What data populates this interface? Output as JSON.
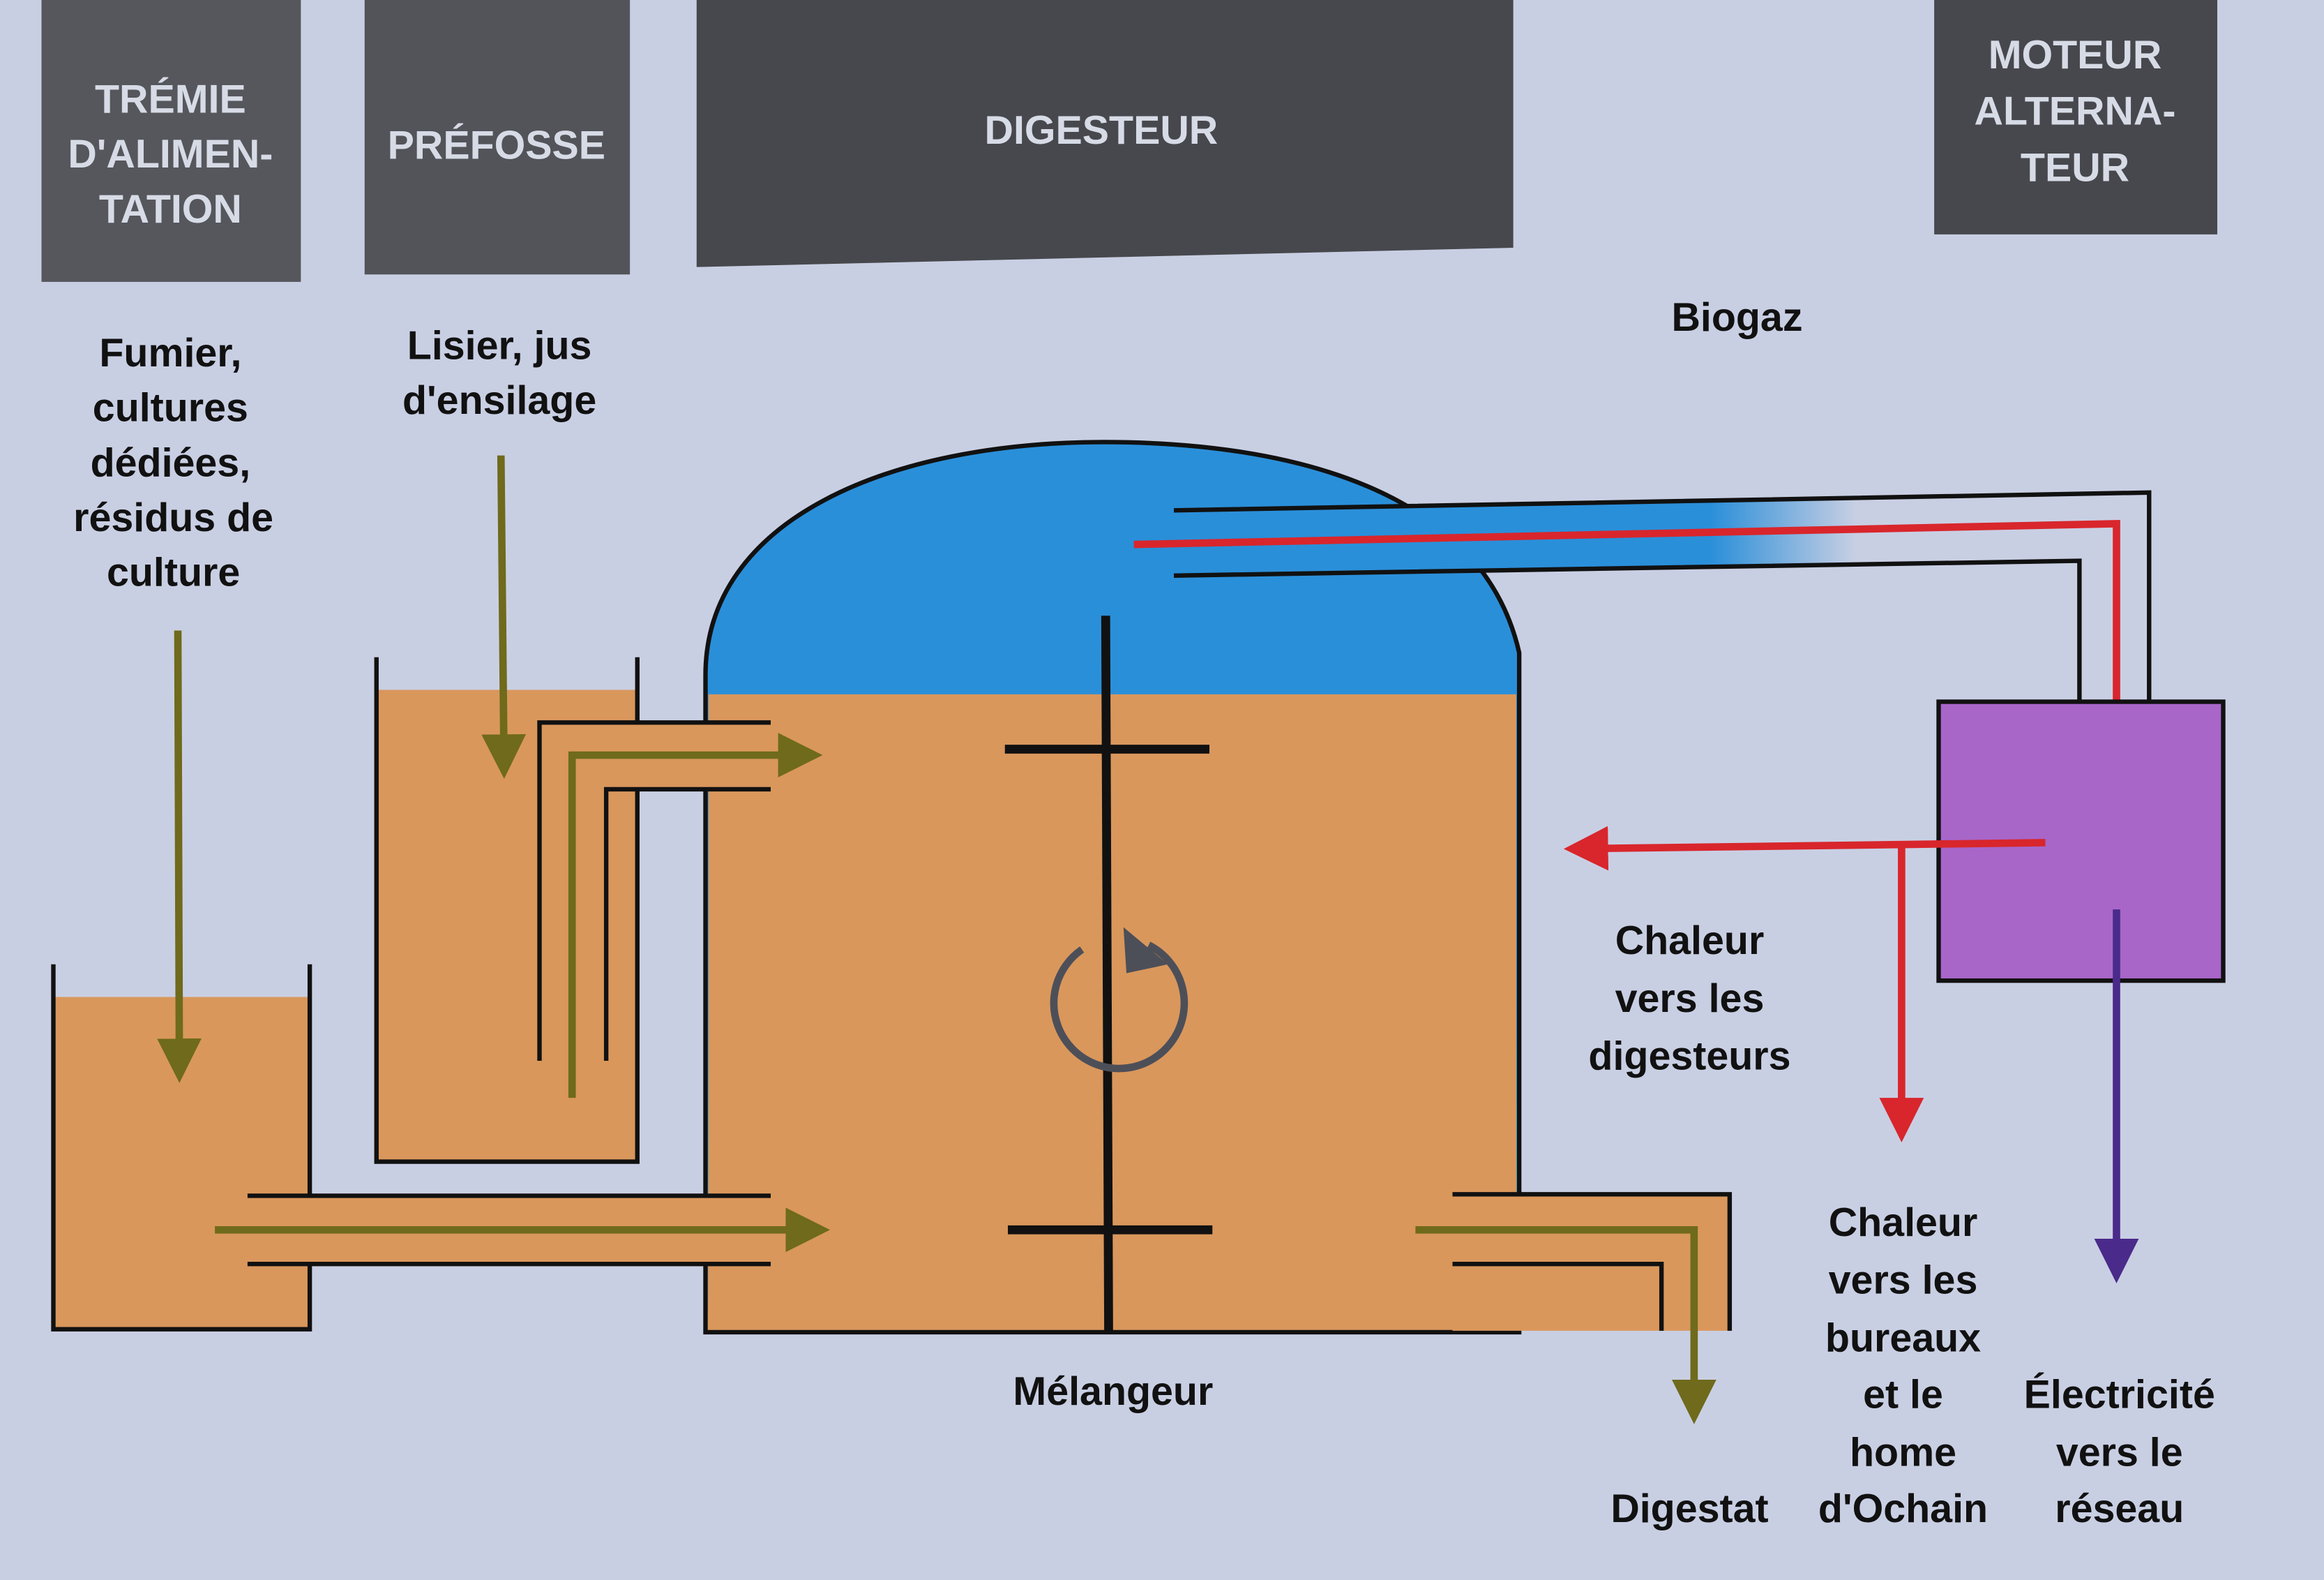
{
  "headers": {
    "tremie": [
      "TRÉMIE",
      "D'ALIMEN-",
      "TATION"
    ],
    "prefosse": [
      "PRÉFOSSE"
    ],
    "digesteur": [
      "DIGESTEUR"
    ],
    "moteur": [
      "MOTEUR",
      "ALTERNA-",
      "TEUR"
    ]
  },
  "labels": {
    "fumier": [
      "Fumier,",
      "cultures",
      "dédiées,",
      "résidus de",
      "culture"
    ],
    "lisier": [
      "Lisier, jus",
      "d'ensilage"
    ],
    "biogaz": "Biogaz",
    "melangeur": "Mélangeur",
    "digestat": "Digestat",
    "chaleur_digesteurs": [
      "Chaleur",
      "vers les",
      "digesteurs"
    ],
    "chaleur_bureaux": [
      "Chaleur",
      "vers les",
      "bureaux",
      "et le",
      "home",
      "d'Ochain"
    ],
    "electricite": [
      "Électricité",
      "vers le",
      "réseau"
    ]
  },
  "colors": {
    "background": "#c9cfe3",
    "header": "#4a4b50",
    "substrate": "#d9975c",
    "gas": "#2a8fd9",
    "heat": "#d8262c",
    "electric": "#4a2a8a",
    "material_flow": "#6f6a1c",
    "engine": "#a866c9"
  }
}
